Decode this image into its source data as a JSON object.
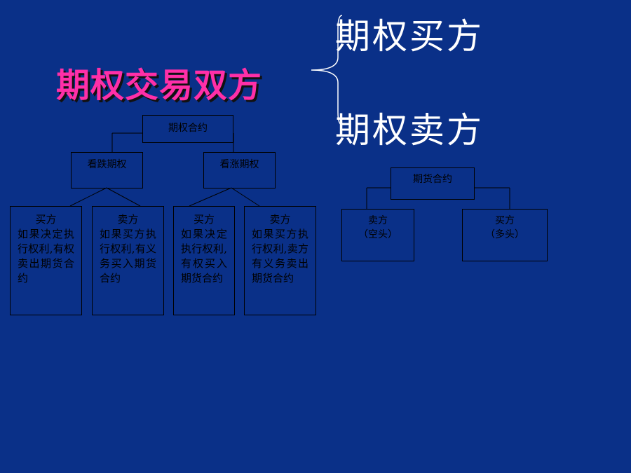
{
  "title": "期权交易双方",
  "parties": {
    "buyer": "期权买方",
    "seller": "期权卖方"
  },
  "option_tree": {
    "root": "期权合约",
    "put": "看跌期权",
    "call": "看涨期权",
    "leaves": [
      {
        "head": "买方",
        "body": "如果决定执行权利,有权卖出期货合约"
      },
      {
        "head": "卖方",
        "body": "如果买方执行权利,有义务买入期货合约"
      },
      {
        "head": "买方",
        "body": "如果决定执行权利,有权买入期货合约"
      },
      {
        "head": "卖方",
        "body": "如果买方执行权利,卖方有义务卖出期货合约"
      }
    ]
  },
  "futures_tree": {
    "root": "期货合约",
    "short": {
      "head": "卖方",
      "sub": "（空头）"
    },
    "long": {
      "head": "买方",
      "sub": "（多头）"
    }
  },
  "colors": {
    "background": "#0a3088",
    "title": "#ff2fa8",
    "party_text": "#ffffff",
    "box_text": "#000000"
  }
}
